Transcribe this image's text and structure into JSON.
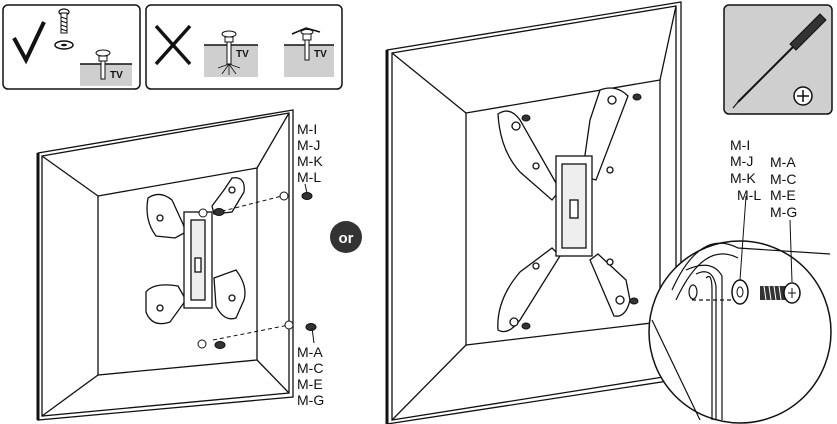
{
  "tv_label": "TV",
  "or_label": "or",
  "left_labels_top": [
    "M-I",
    "M-J",
    "M-K",
    "M-L"
  ],
  "left_labels_bottom": [
    "M-A",
    "M-C",
    "M-E",
    "M-G"
  ],
  "right_labels_left": [
    "M-I",
    "M-J",
    "M-K",
    "M-L"
  ],
  "right_labels_right": [
    "M-A",
    "M-C",
    "M-E",
    "M-G"
  ],
  "icons": {
    "correct": "checkmark-icon",
    "wrong": "cross-icon",
    "tool": "phillips-screwdriver-icon"
  },
  "colors": {
    "line": "#111111",
    "tv_fill": "#cfcfcf",
    "badge": "#333333"
  }
}
